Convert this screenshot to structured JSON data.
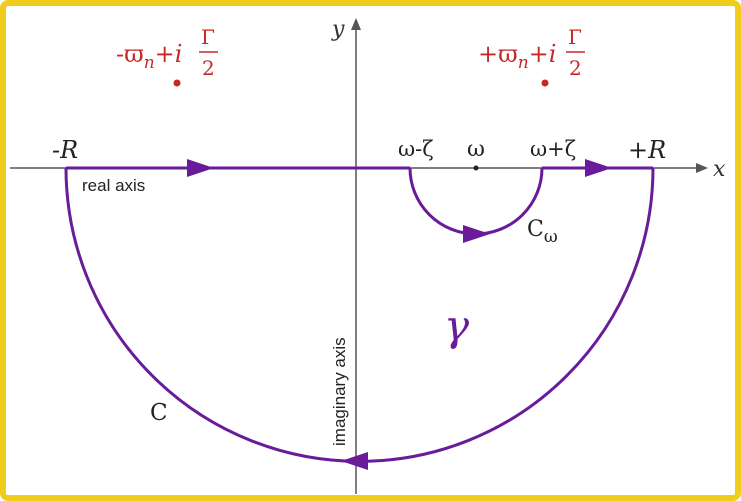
{
  "axes": {
    "x_label": "x",
    "y_label": "y",
    "real_axis_label": "real axis",
    "imaginary_axis_label": "imaginary axis"
  },
  "points": {
    "minus_R": "-R",
    "plus_R": "+R",
    "omega": "ω",
    "omega_minus_zeta": "ω-ζ",
    "omega_plus_zeta": "ω+ζ"
  },
  "contours": {
    "C_label": "C",
    "C_omega_main": "C",
    "C_omega_sub": "ω",
    "gamma_label": "γ"
  },
  "poles": {
    "left": {
      "sign": "-",
      "omega_bar": "ϖ",
      "sub": "n",
      "plus_i": "+i",
      "num": "Γ",
      "den": "2"
    },
    "right": {
      "sign": "+",
      "omega_bar": "ϖ",
      "sub": "n",
      "plus_i": "+i",
      "num": "Γ",
      "den": "2"
    }
  },
  "colors": {
    "frame": "#f2cc1b",
    "contour": "#6a1b9a",
    "pole": "#c62828",
    "axis": "#555555",
    "text": "#222222"
  }
}
